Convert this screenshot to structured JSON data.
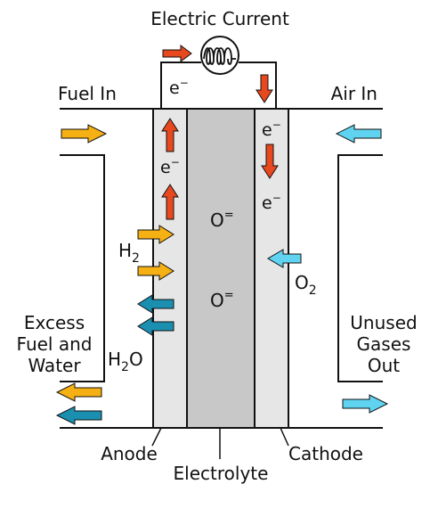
{
  "labels": {
    "electric_current": "Electric Current",
    "fuel_in": "Fuel In",
    "air_in": "Air In",
    "electron": "e",
    "electron_charge": "−",
    "oxide_ion": "O",
    "oxide_charge": "=",
    "hydrogen": "H",
    "hydrogen_sub": "2",
    "oxygen": "O",
    "oxygen_sub": "2",
    "water_h": "H",
    "water_sub": "2",
    "water_o": "O",
    "excess_line1": "Excess",
    "excess_line2": "Fuel and",
    "excess_line3": "Water",
    "unused_line1": "Unused",
    "unused_line2": "Gases",
    "unused_line3": "Out",
    "anode": "Anode",
    "electrolyte": "Electrolyte",
    "cathode": "Cathode"
  },
  "colors": {
    "electron_arrow": "#e8481e",
    "fuel_arrow": "#f5b014",
    "water_arrow": "#1a8fb0",
    "air_arrow": "#5fd3f0",
    "electrode_fill": "#e6e6e6",
    "electrolyte_fill": "#c8c8c8",
    "line": "#111111"
  },
  "icons": {
    "load": "resistor-coil-icon"
  }
}
